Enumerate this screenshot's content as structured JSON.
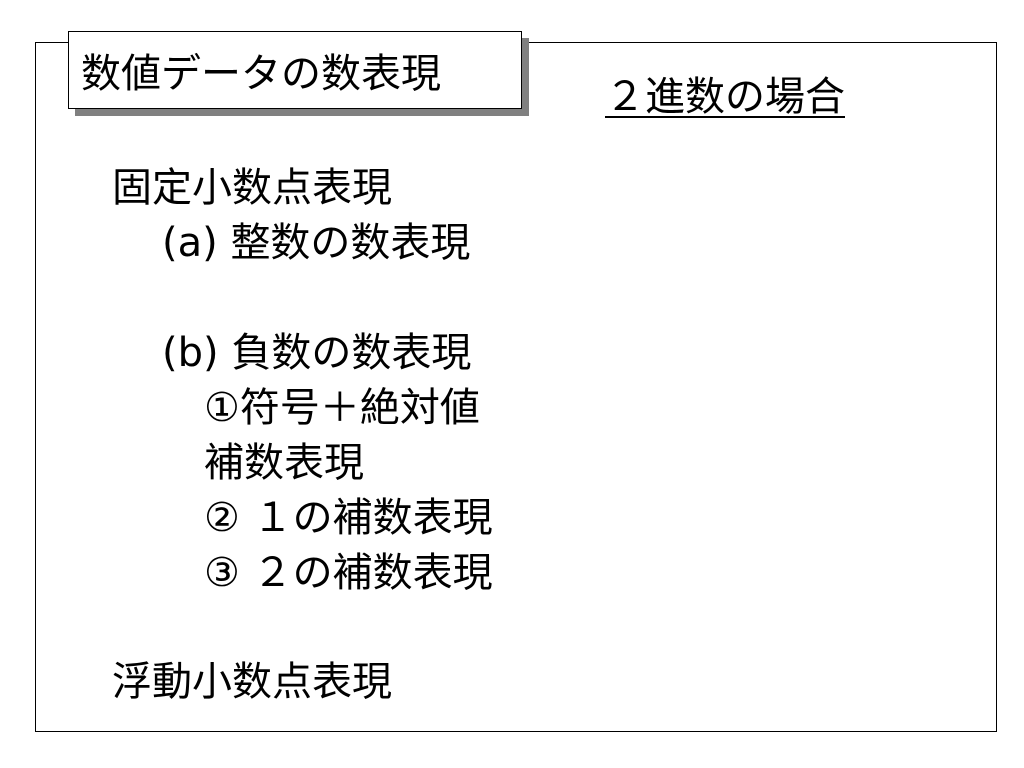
{
  "title": "数値データの数表現",
  "subtitle": "２進数の場合",
  "fixed_point": {
    "heading": "固定小数点表現",
    "integer": "(a) 整数の数表現",
    "negative": "(b) 負数の数表現",
    "sign_magnitude": "①符号＋絶対値",
    "complement_heading": "補数表現",
    "ones_complement": "② １の補数表現",
    "twos_complement": "③ ２の補数表現"
  },
  "floating_point": {
    "heading": "浮動小数点表現"
  }
}
